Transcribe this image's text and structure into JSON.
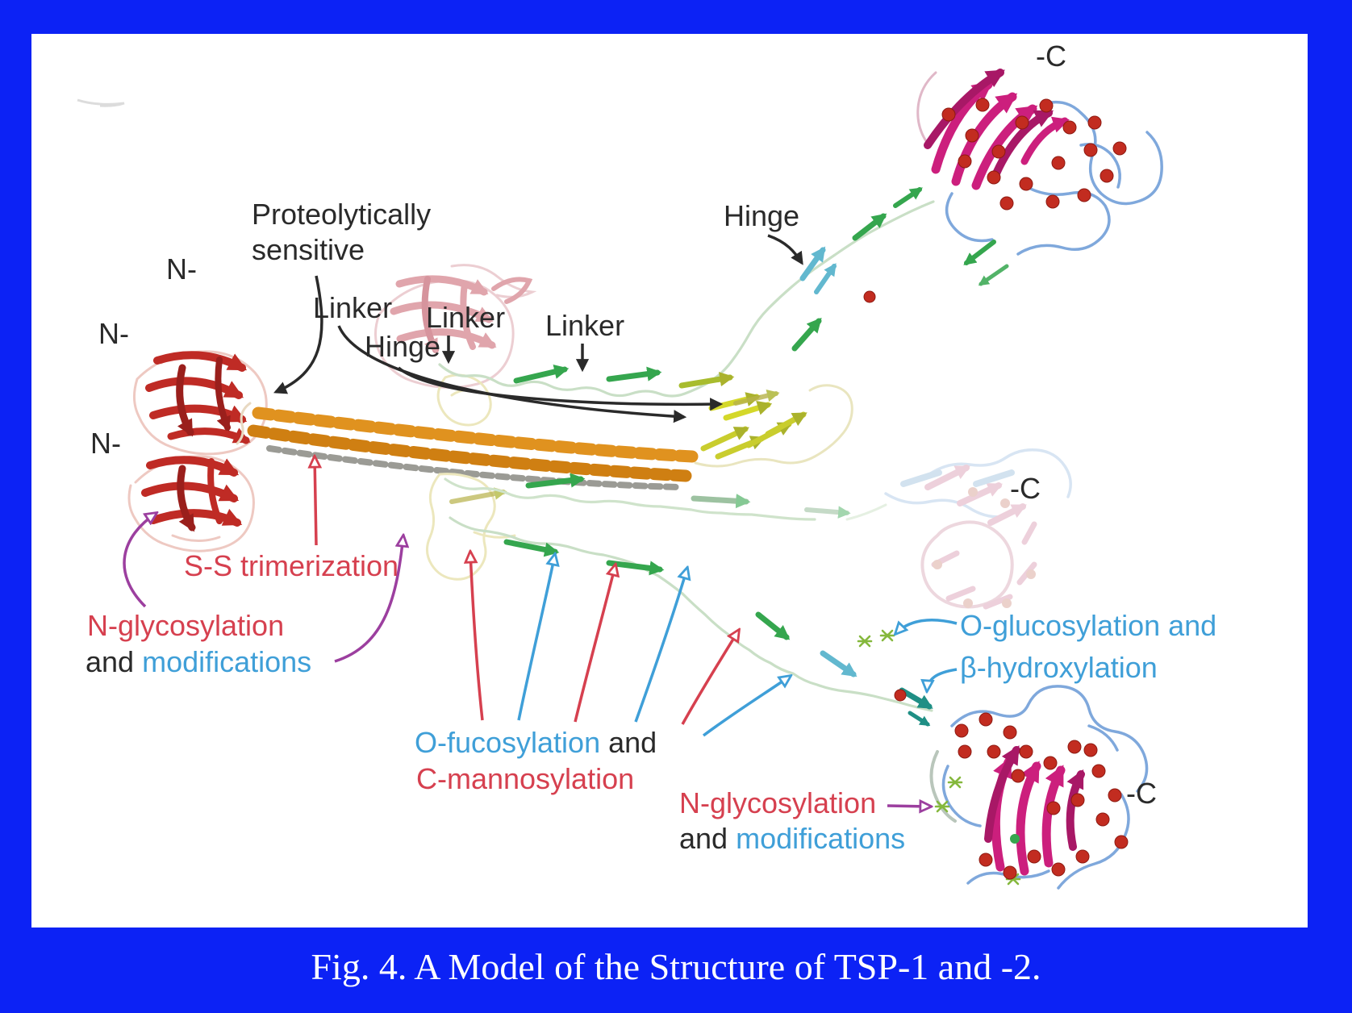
{
  "slide": {
    "caption": "Fig. 4. A Model of the Structure of TSP-1 and -2.",
    "background_color": "#0c22f5",
    "panel_color": "#ffffff"
  },
  "diagram": {
    "terminus_labels": {
      "n1": "N-",
      "n2": "N-",
      "n3": "N-",
      "c_top": "-C",
      "c_middle": "-C",
      "c_bottom": "-C"
    },
    "region_labels": {
      "proteolytic_line1": "Proteolytically",
      "proteolytic_line2": "sensitive",
      "linker1": "Linker",
      "hinge_mid": "Hinge",
      "linker2": "Linker",
      "linker3": "Linker",
      "hinge_top": "Hinge"
    },
    "modification_labels": {
      "ss_trimerization": "S-S trimerization",
      "n_glyc_left": "N-glycosylation",
      "n_glyc_left_and": "and ",
      "n_glyc_left_mod": "modifications",
      "o_fucosylation": "O-fucosylation",
      "o_fucosylation_and": " and",
      "c_mannosylation": "C-mannosylation",
      "o_glucosylation": "O-glucosylation and",
      "beta_hydroxylation": "β-hydroxylation",
      "n_glyc_bottom": "N-glycosylation",
      "n_glyc_bottom_and": "and ",
      "n_glyc_bottom_mod": "modifications"
    },
    "annotation_colors": {
      "red_text": "#d6404f",
      "blue_text": "#3f9fd8",
      "purple_arrow": "#9c3f9f",
      "black_text": "#2a2a2a"
    },
    "structure_colors": {
      "n_domain_red": "#bf2b25",
      "n_domain_faded_pink": "#d98f98",
      "coiled_coil_orange": "#e0921f",
      "hinge_yellow": "#c9cd2e",
      "chain_loop_green": "#c9dfc6",
      "beta_strand_green": "#35a64e",
      "hinge_cyan": "#62b8cf",
      "teal": "#1f8f85",
      "c_domain_magenta": "#cc1f7d",
      "c_domain_blue_loops": "#7fa8dc",
      "calcium_spheres_red": "#c22c20",
      "glycan_green": "#85b83d"
    }
  }
}
